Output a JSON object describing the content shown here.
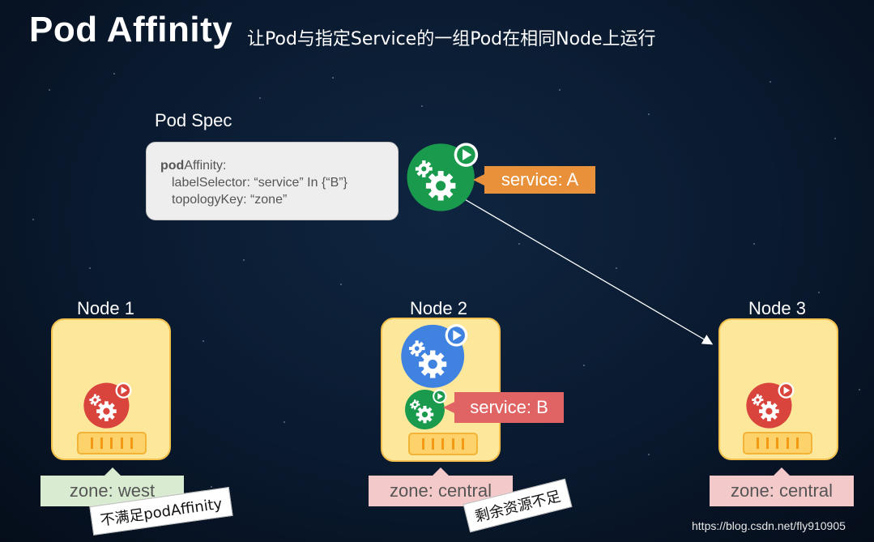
{
  "header": {
    "title": "Pod Affinity",
    "subtitle": "让Pod与指定Service的一组Pod在相同Node上运行"
  },
  "pod_spec": {
    "label": "Pod Spec",
    "key_bold": "pod",
    "key_rest": "Affinity:",
    "line2": "labelSelector: “service” In {“B”}",
    "line3": "topologyKey: “zone”"
  },
  "new_pod": {
    "service_tag": "service: A",
    "color": "#1a9a4d"
  },
  "nodes": [
    {
      "label": "Node 1",
      "zone": "zone: west",
      "note": "不满足podAffinity",
      "pod_color": "#d9453c"
    },
    {
      "label": "Node 2",
      "zone": "zone: central",
      "note": "剩余资源不足",
      "service_tag": "service: B",
      "big_pod_color": "#3f82e0",
      "small_pod_color": "#1a9a4d"
    },
    {
      "label": "Node 3",
      "zone": "zone: central",
      "pod_color": "#d9453c"
    }
  ],
  "watermark": "https://blog.csdn.net/fly910905",
  "colors": {
    "node_fill": "#fde79a",
    "tag_orange": "#e8913a",
    "tag_red": "#e06464",
    "zone_green": "#d9ecd1",
    "zone_pink": "#f4c9c9"
  },
  "icons": [
    "gears-play-icon",
    "kubelet-icon",
    "arrow-icon"
  ]
}
